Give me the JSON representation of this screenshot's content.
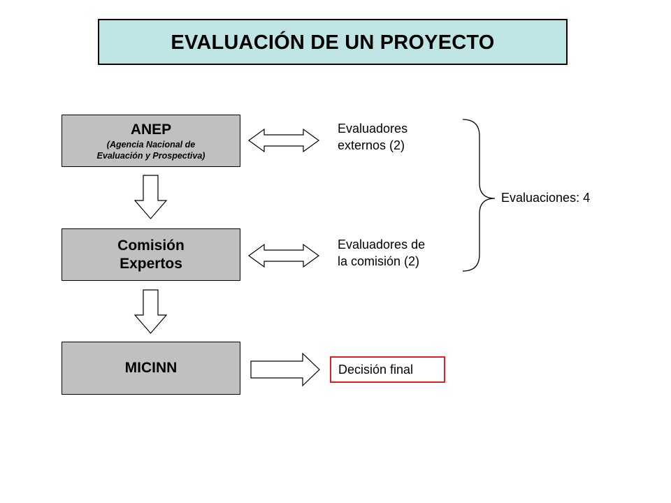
{
  "title": "EVALUACIÓN DE UN PROYECTO",
  "nodes": {
    "anep": {
      "title": "ANEP",
      "subtitle_line1": "(Agencia Nacional de",
      "subtitle_line2": "Evaluación y Prospectiva)"
    },
    "comision": {
      "line1": "Comisión",
      "line2": "Expertos"
    },
    "micinn": {
      "title": "MICINN"
    }
  },
  "labels": {
    "externos_line1": "Evaluadores",
    "externos_line2": "externos (2)",
    "comision_line1": "Evaluadores de",
    "comision_line2": "la comisión (2)",
    "decision": "Decisión final",
    "evaluaciones": "Evaluaciones: 4"
  },
  "colors": {
    "title_fill": "#bfe4e4",
    "node_fill": "#c0c0c0",
    "decision_border": "#e02020"
  }
}
